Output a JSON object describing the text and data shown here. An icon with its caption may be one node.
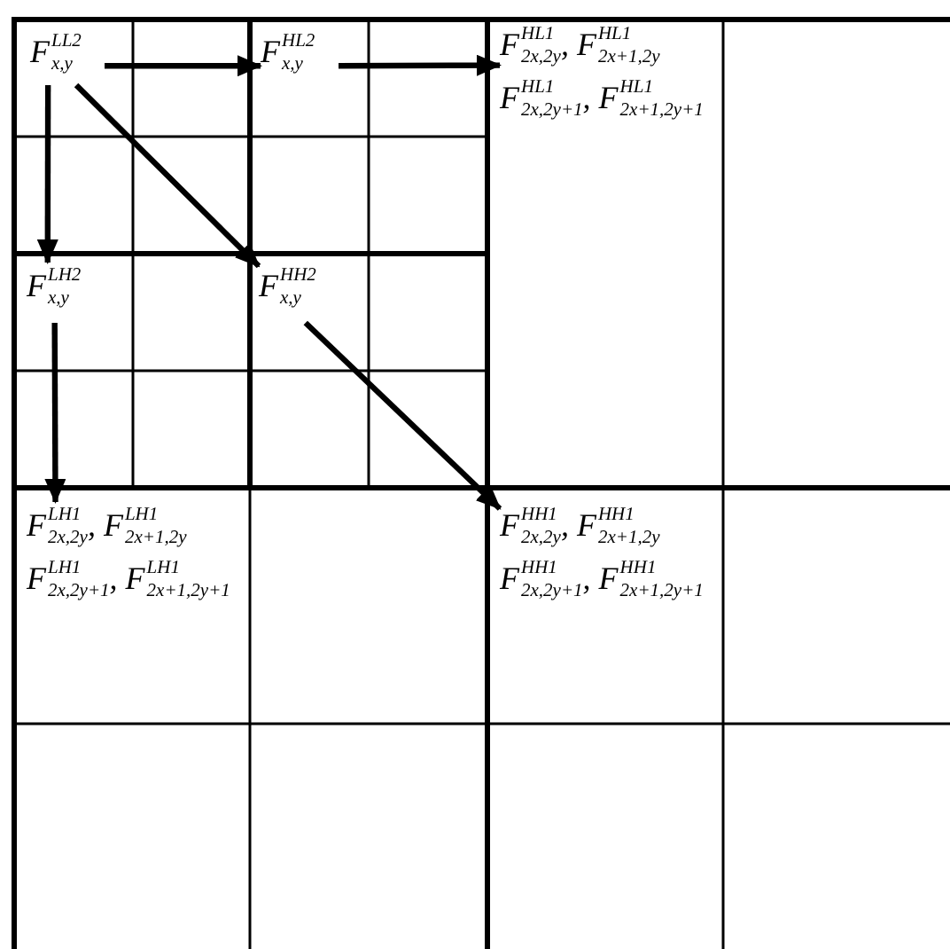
{
  "diagram": {
    "nodes": [
      {
        "text": [
          "F$^{LL2}$$_{x,y}$"
        ]
      },
      {
        "text": [
          "F$^{HL2}$$_{x,y}$"
        ]
      },
      {
        "text": [
          "F$^{HL1}$$_{2x,2y}$, F$^{HL1}$$_{2x+1,2y}$",
          "F$^{HL1}$$_{2x,2y+1}$, F$^{HL1}$$_{2x+1,2y+1}$"
        ]
      },
      {
        "text": [
          "F$^{LH2}$$_{x,y}$"
        ]
      },
      {
        "text": [
          "F$^{HH2}$$_{x,y}$"
        ]
      },
      {
        "text": [
          "F$^{LH1}$$_{2x,2y}$, F$^{LH1}$$_{2x+1,2y}$",
          "F$^{LH1}$$_{2x,2y+1}$, F$^{LH1}$$_{2x+1,2y+1}$"
        ]
      },
      {
        "text": [
          "F$^{HH1}$$_{2x,2y}$, F$^{HH1}$$_{2x+1,2y}$",
          "F$^{HH1}$$_{2x,2y+1}$, F$^{HH1}$$_{2x+1,2y+1}$"
        ]
      }
    ],
    "edges": [
      {
        "from": 0,
        "to": 1,
        "arrow": "to"
      },
      {
        "from": 1,
        "to": 2,
        "arrow": "to"
      },
      {
        "from": 0,
        "to": 3,
        "arrow": "to"
      },
      {
        "from": 0,
        "to": 4,
        "arrow": "to"
      },
      {
        "from": 3,
        "to": 5,
        "arrow": "to"
      },
      {
        "from": 4,
        "to": 6,
        "arrow": "to"
      }
    ]
  }
}
